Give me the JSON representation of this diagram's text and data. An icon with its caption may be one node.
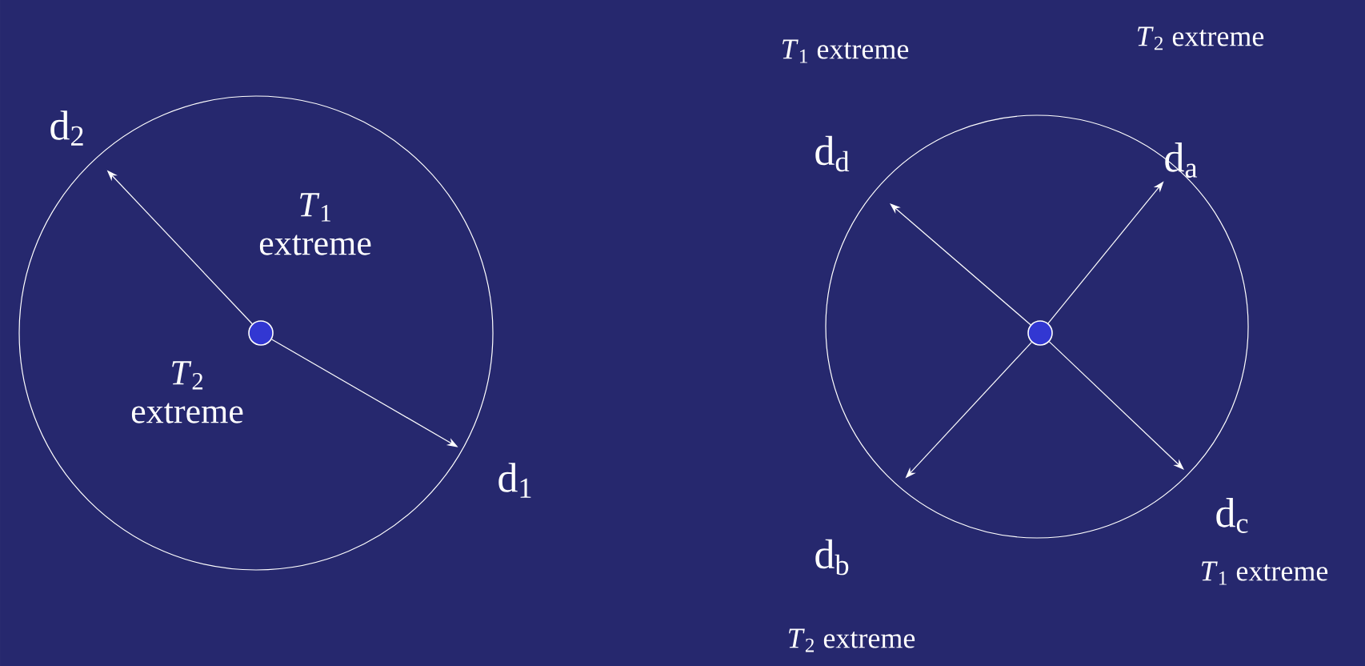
{
  "diagram": {
    "nodes": [
      {
        "text": [
          "*T*$_{1}$ extreme",
          "*T*$_{2}$ extreme"
        ]
      },
      {
        "text": [],
        "shape": "circle",
        "in": 0
      },
      {
        "text": [
          "d$_{2}$"
        ]
      },
      {
        "text": [
          "d$_{1}$"
        ]
      },
      {
        "text": [],
        "shape": "circle"
      },
      {
        "text": [],
        "shape": "circle",
        "in": 4
      },
      {
        "text": [
          "d$_{d}$"
        ]
      },
      {
        "text": [
          "d$_{a}$"
        ]
      },
      {
        "text": [
          "d$_{c}$"
        ]
      },
      {
        "text": [
          "d$_{b}$"
        ]
      }
    ],
    "edges": [
      {
        "from": 1,
        "to": 2,
        "arrow": "to"
      },
      {
        "from": 1,
        "to": 3,
        "arrow": "to"
      },
      {
        "from": 5,
        "to": 6,
        "arrow": "to"
      },
      {
        "from": 5,
        "to": 7,
        "arrow": "to"
      },
      {
        "from": 5,
        "to": 8,
        "arrow": "to"
      },
      {
        "from": 5,
        "to": 9,
        "arrow": "to"
      }
    ],
    "labels": [
      "*T*$_{1}$ extreme",
      "*T*$_{2}$ extreme",
      "*T*$_{1}$ extreme",
      "*T*$_{2}$ extreme"
    ]
  }
}
